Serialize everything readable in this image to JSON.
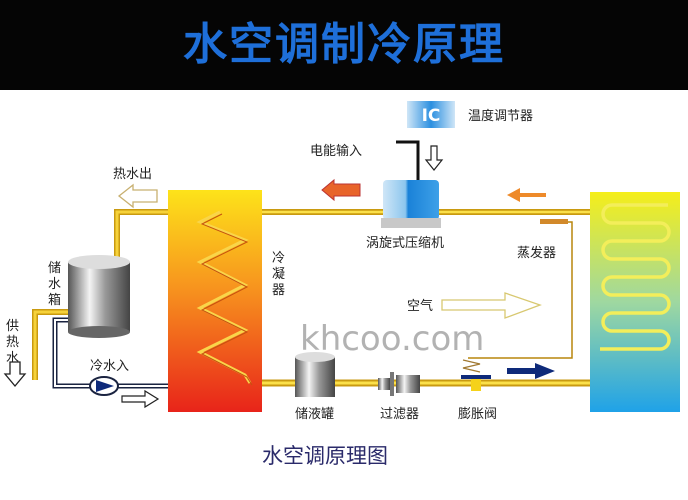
{
  "title": "水空调制冷原理",
  "labels": {
    "ic": "IC",
    "thermostat": "温度调节器",
    "power_input": "电能输入",
    "compressor": "涡旋式压缩机",
    "hot_water_out": "热水出",
    "condenser": "冷凝器",
    "evaporator": "蒸发器",
    "water_tank": "储水箱",
    "hot_water_supply": "供热水",
    "cold_water_in": "冷水入",
    "air": "空气",
    "liquid_receiver": "储液罐",
    "filter": "过滤器",
    "expansion_valve": "膨胀阀"
  },
  "caption": "水空调原理图",
  "watermark": "khcoo.com",
  "colors": {
    "title": "#1e6fd9",
    "pipe": "#f2c21b",
    "flow_hot": "#e8642a",
    "flow_cold": "#0e2a7a"
  }
}
